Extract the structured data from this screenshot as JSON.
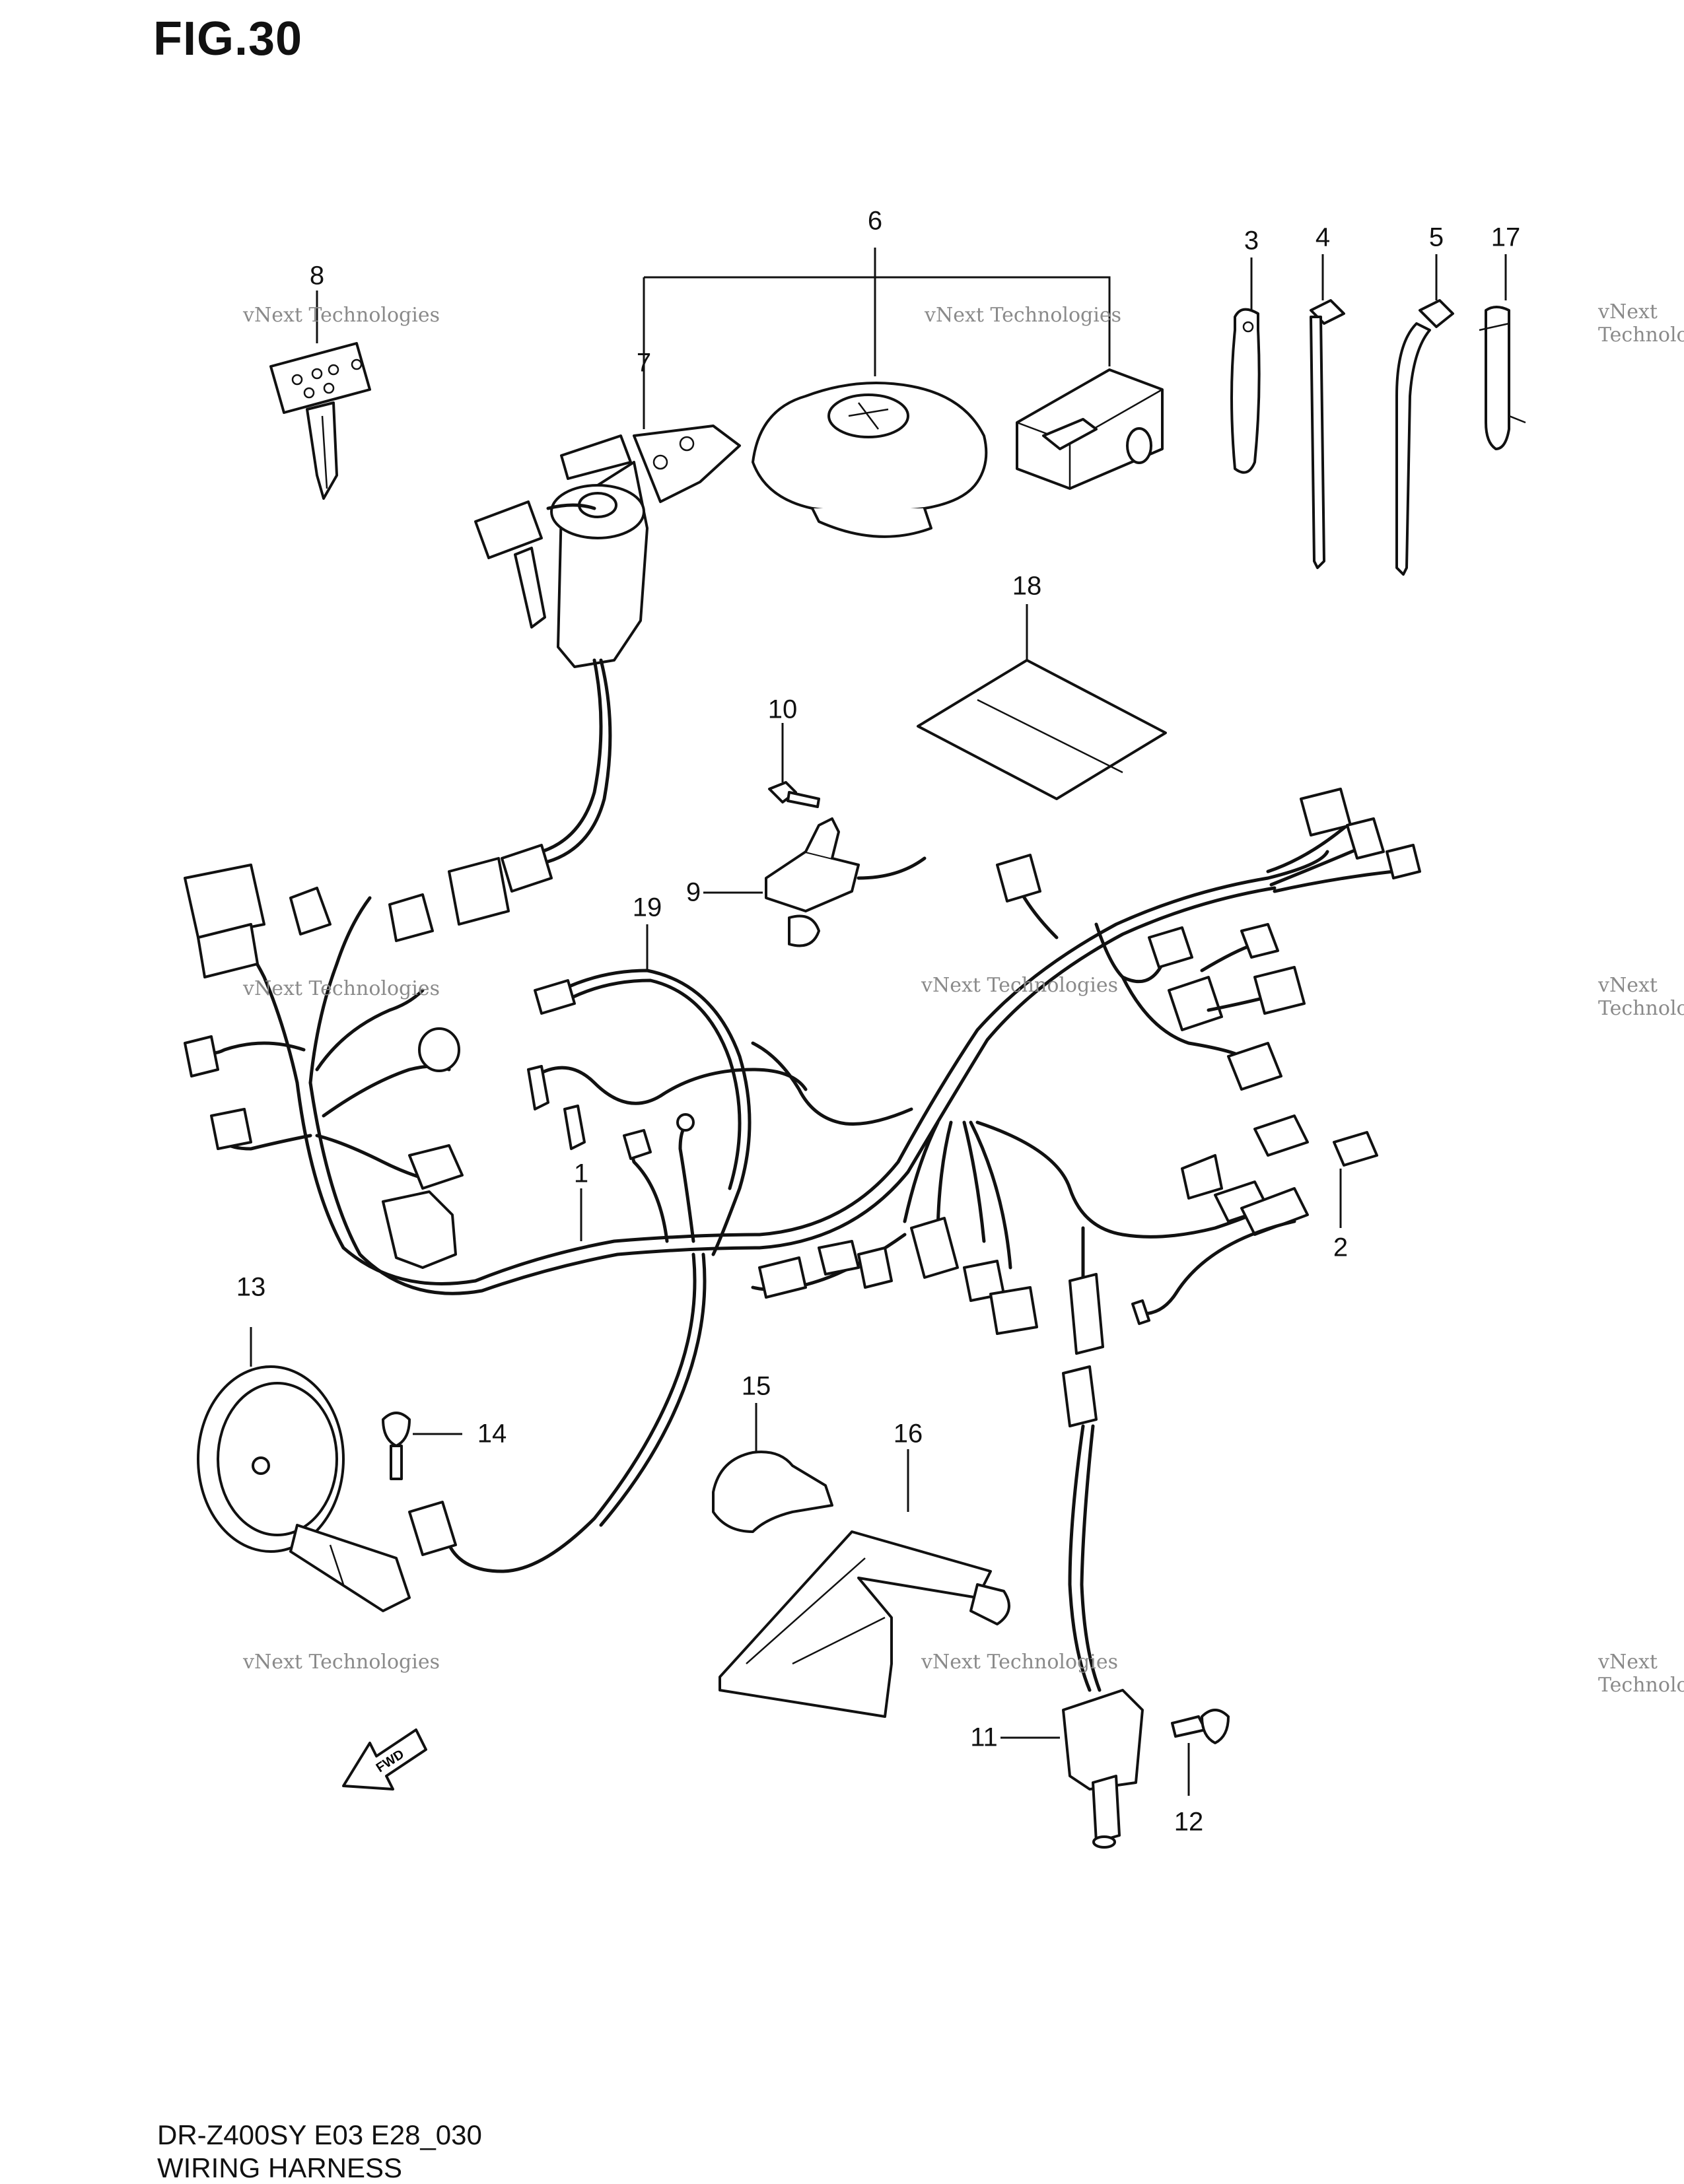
{
  "figure": {
    "title": "FIG.30",
    "model_code": "DR-Z400SY E03 E28_030",
    "caption": "WIRING HARNESS"
  },
  "watermark": {
    "line1": "vNext Technologies",
    "line2": "vNext Technologies"
  },
  "callouts": [
    "1",
    "2",
    "3",
    "4",
    "5",
    "6",
    "7",
    "8",
    "9",
    "10",
    "11",
    "12",
    "13",
    "14",
    "15",
    "16",
    "17",
    "18",
    "19"
  ],
  "fwd_label": "FWD"
}
